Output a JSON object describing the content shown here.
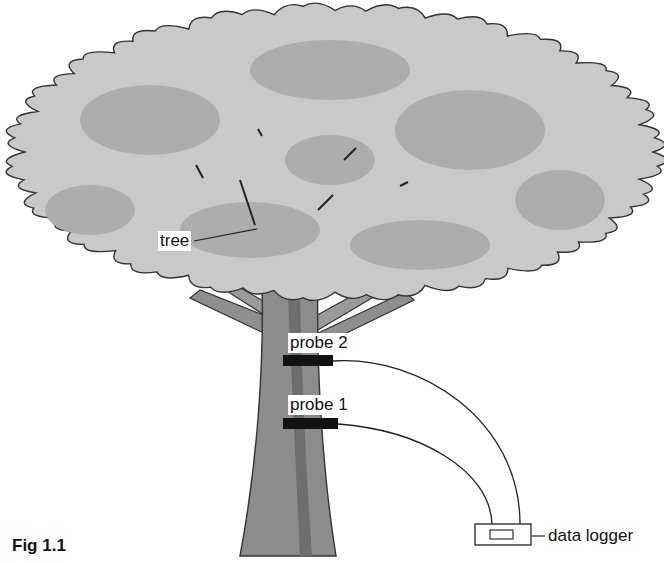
{
  "diagram": {
    "labels": [
      "tree",
      "probe 2",
      "probe 1",
      "data logger",
      "Fig 1.1"
    ]
  }
}
